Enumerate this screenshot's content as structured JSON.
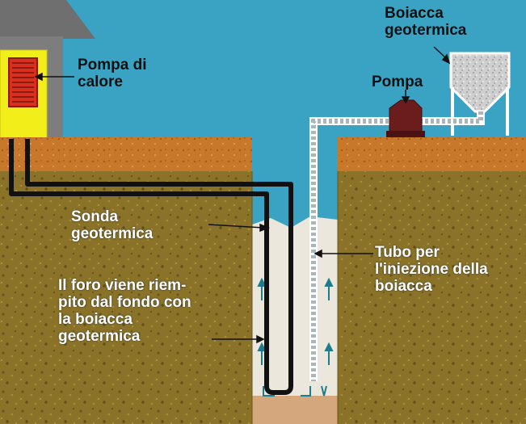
{
  "labels": {
    "heat_pump": [
      "Pompa di",
      "calore"
    ],
    "grout_material": [
      "Boiacca",
      "geotermica"
    ],
    "pump": "Pompa",
    "probe": [
      "Sonda",
      "geotermica"
    ],
    "injection_tube": [
      "Tubo per",
      "l'iniezione della",
      "boiacca"
    ],
    "borehole_fill": [
      "Il foro viene riem-",
      "pito dal fondo con",
      "la boiacca",
      "geotermica"
    ]
  },
  "colors": {
    "sky": "#3aa3c4",
    "soil": "#8a7328",
    "topsoil": "#c8782a",
    "house": "#7b7b7b",
    "heat_pump_box": "#f2ee1a",
    "heat_pump_core": "#d8301e",
    "pump": "#6b1c1c",
    "grout": "#ece7dd",
    "probe": "#111111",
    "arrow": "#1f7c8c"
  }
}
